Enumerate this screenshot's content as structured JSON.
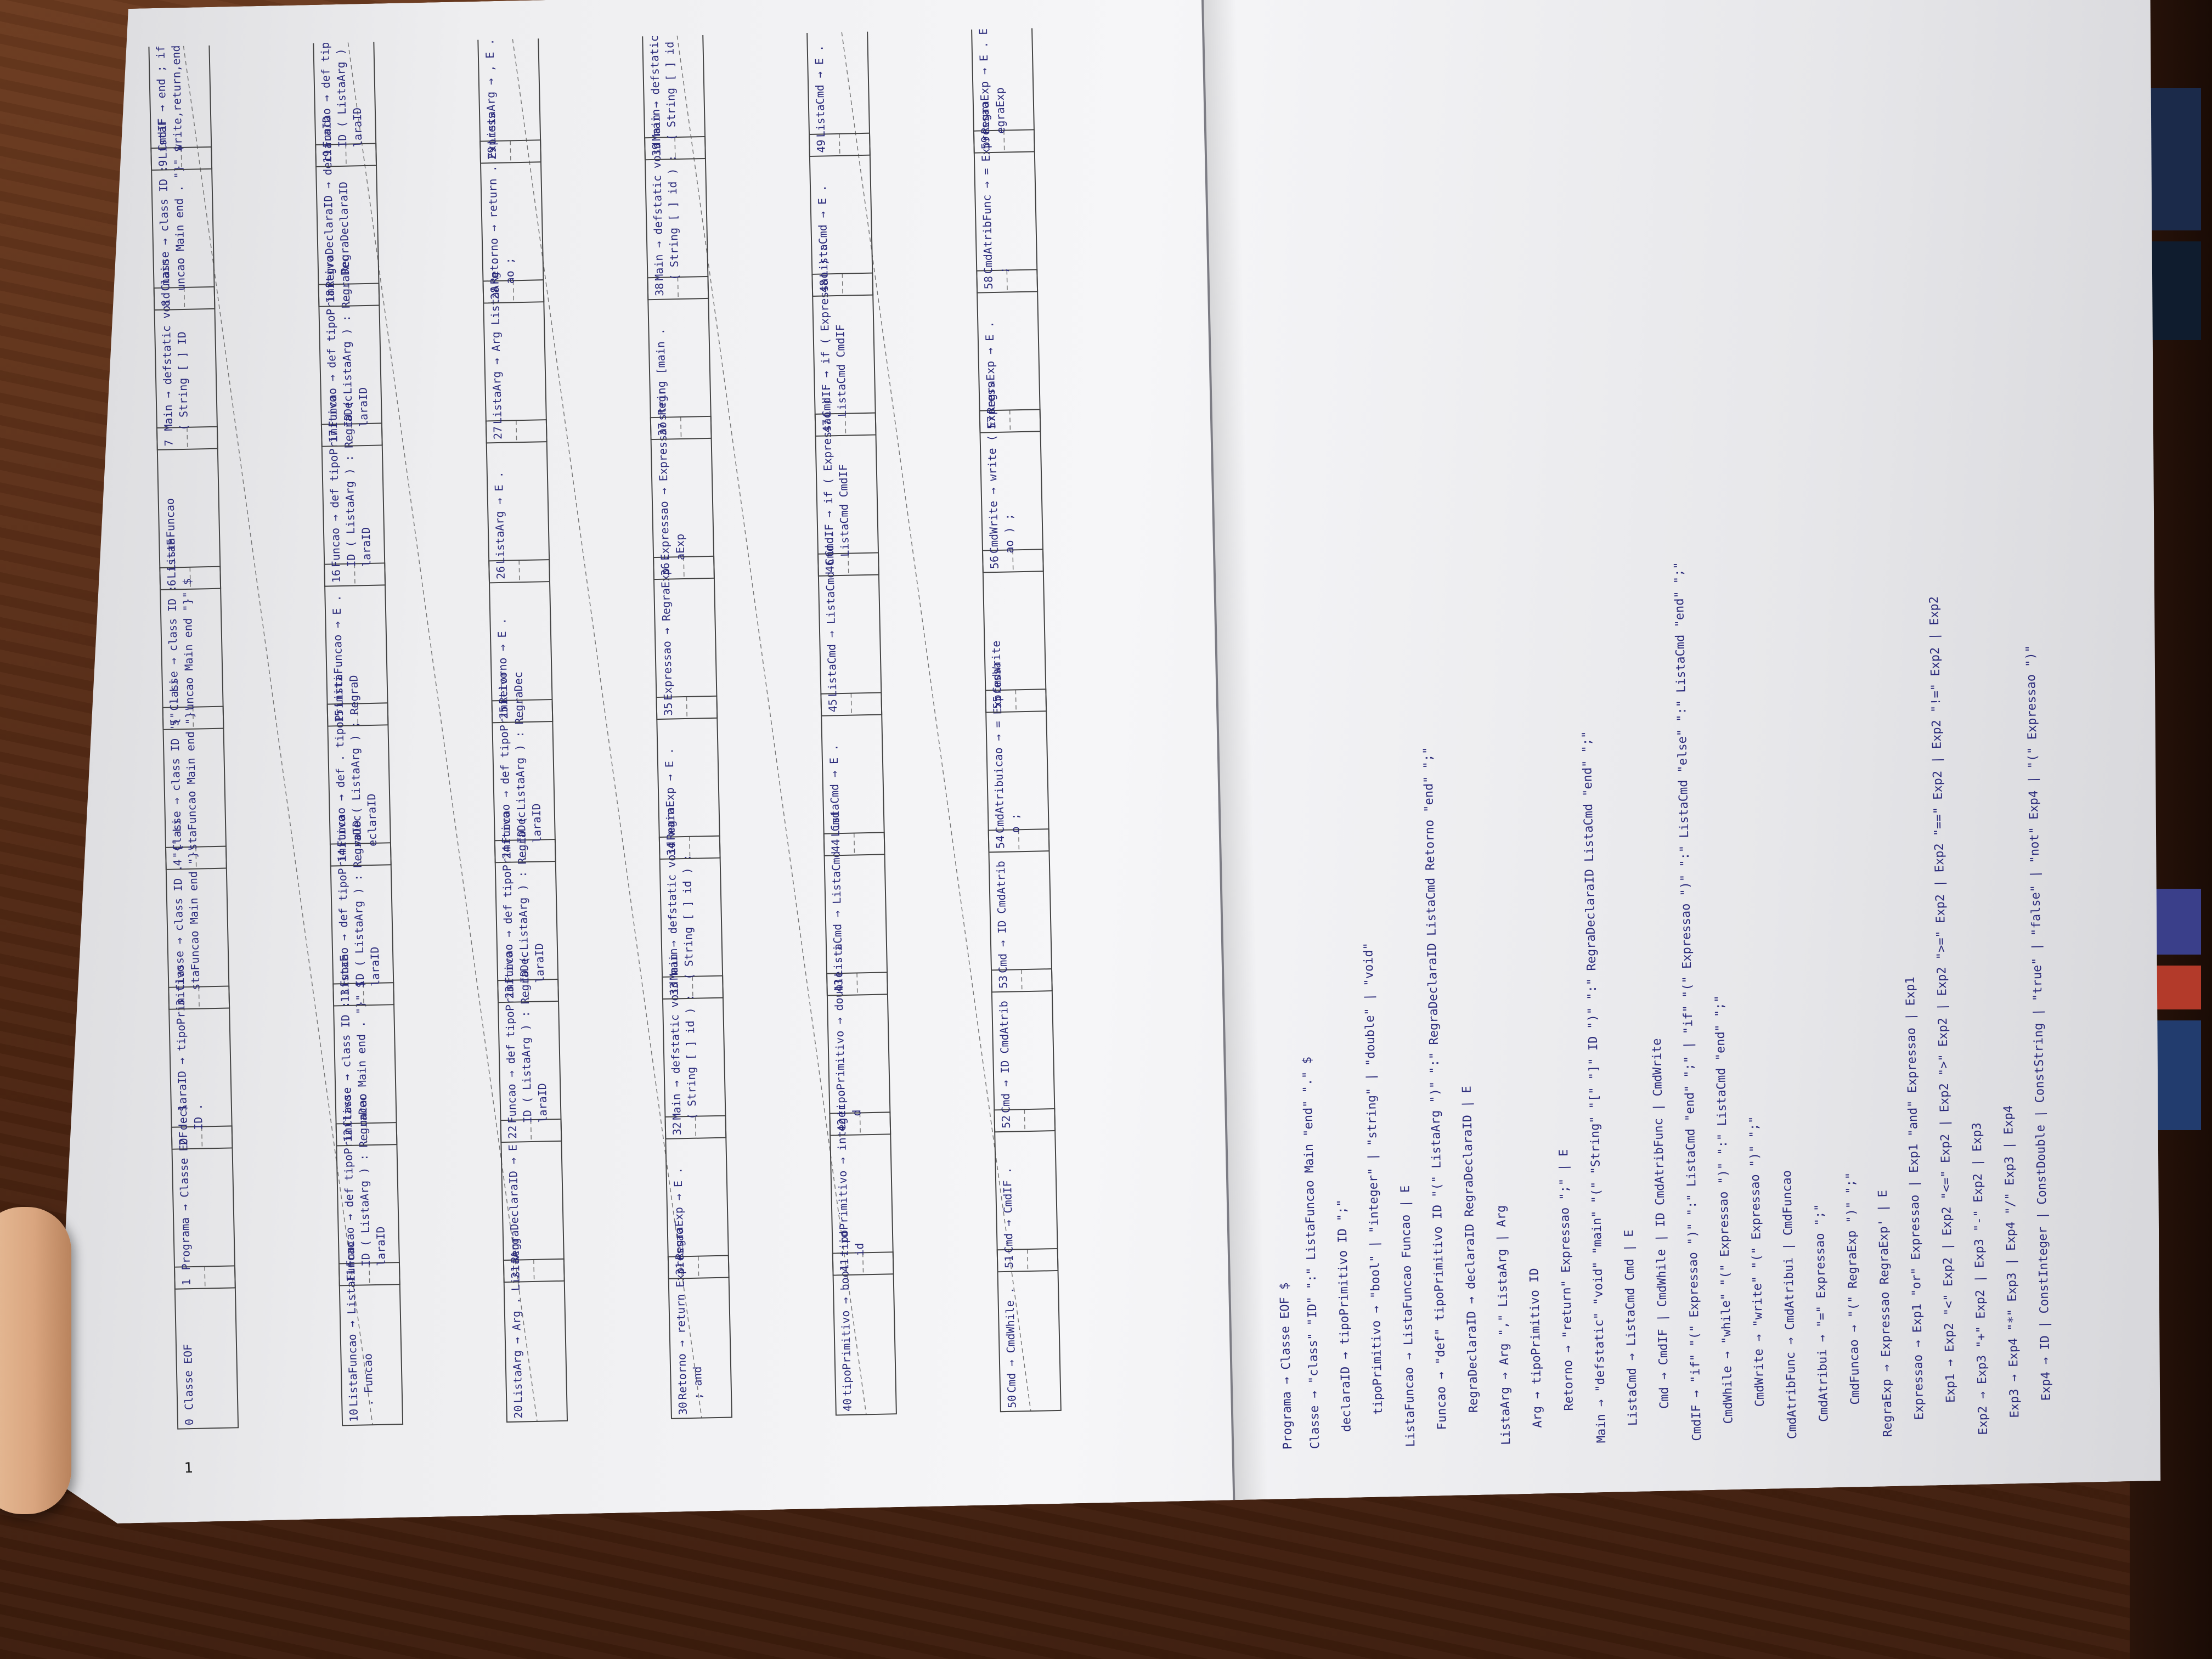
{
  "image": {
    "description_fields": {
      "paper_label_start": "Programa → Classe EOF",
      "right_column_heading": "Programa → Classe EOF $"
    }
  },
  "diagram": {
    "states": [
      {
        "id": "0",
        "text": "Classe EOF"
      },
      {
        "id": "1",
        "text": "Programa → Classe EOF . $"
      },
      {
        "id": "2",
        "text": "declaraID → tipoPrimitivo ID ."
      },
      {
        "id": "3",
        "text": "Classe → class ID . \"{\" ListaFuncao Main end \"}\""
      },
      {
        "id": "4",
        "text": "Classe → class ID \"{\" . ListaFuncao Main end \"}\""
      },
      {
        "id": "5",
        "text": "Classe → class ID : ListaFuncao Main end \"}\" $"
      },
      {
        "id": "6",
        "text": "ListaFuncao"
      },
      {
        "id": "7",
        "text": "Main → defstatic void main ( String [ ] ID"
      },
      {
        "id": "8",
        "text": "Classe → class ID : ListaFuncao Main end . \"}\" $"
      },
      {
        "id": "9",
        "text": "CmdIF → end ; if,while,id,write,return,end,else"
      },
      {
        "id": "10",
        "text": "ListaFuncao → ListaFuncao . Funcao"
      },
      {
        "id": "11",
        "text": "Funcao → def tipoPrimitivoID ( ListaArg ) : RegraDeclaraID"
      },
      {
        "id": "12",
        "text": "Classe → class ID : ListaFuncao Main end . \"}\" $"
      },
      {
        "id": "13",
        "text": "Funcao → def tipoPrimitivoID ( ListaArg ) : RegraDeclaraID"
      },
      {
        "id": "14",
        "text": "Funcao → def . tipoPrimitivoID ( ListaArg ) ; RegraDeclaraID"
      },
      {
        "id": "15",
        "text": "ListaFuncao → E ."
      },
      {
        "id": "16",
        "text": "Funcao → def tipoPrimitivoID ( ListaArg ) : RegraDeclaraID"
      },
      {
        "id": "17",
        "text": "Funcao → def tipoPrimitivoID ( ListaArg ) : RegraDeclaraID"
      },
      {
        "id": "18",
        "text": "RegraDeclaraID → declaraID . RegraDeclaraID"
      },
      {
        "id": "19",
        "text": "Funcao → def tipoPrimitivoID ( ListaArg ) : RegraDeclaraID"
      },
      {
        "id": "20",
        "text": "ListaArg → Arg . ListaArg"
      },
      {
        "id": "21",
        "text": "RegraDeclaraID → E ."
      },
      {
        "id": "22",
        "text": "Funcao → def tipoPrimitivoID ( ListaArg ) : RegraDeclaraID"
      },
      {
        "id": "23",
        "text": "Funcao → def tipoPrimitivoID ( ListaArg ) : RegraDeclaraID"
      },
      {
        "id": "24",
        "text": "Funcao → def tipoPrimitivoID ( ListaArg ) : RegraDeclaraID"
      },
      {
        "id": "25",
        "text": "Retorno → E ."
      },
      {
        "id": "26",
        "text": "ListaArg → E ."
      },
      {
        "id": "27",
        "text": "ListaArg → Arg ListaArg ."
      },
      {
        "id": "28",
        "text": "Retorno → return . Expressao ;"
      },
      {
        "id": "29",
        "text": "ListaArg → , E ."
      },
      {
        "id": "30",
        "text": "Retorno → return Expressao ; and"
      },
      {
        "id": "31",
        "text": "RegraExp → E ."
      },
      {
        "id": "32",
        "text": "Main → defstatic void main ( String [ ] id ) :"
      },
      {
        "id": "33",
        "text": "Main → defstatic void main ( String [ ] id ) :"
      },
      {
        "id": "34",
        "text": "RegraExp → E ."
      },
      {
        "id": "35",
        "text": "Expressao → RegraExp ."
      },
      {
        "id": "36",
        "text": "Expressao → Expressao RegraExp"
      },
      {
        "id": "37",
        "text": "string [main ."
      },
      {
        "id": "38",
        "text": "Main → defstatic void main ( String [ ] id ) :"
      },
      {
        "id": "39",
        "text": "Main → defstatic void main ( String [ ] id ) :"
      },
      {
        "id": "40",
        "text": "tipoPrimitivo → bool . id"
      },
      {
        "id": "41",
        "text": "tipoPrimitivo → integer . id"
      },
      {
        "id": "42",
        "text": "tipoPrimitivo → double . id"
      },
      {
        "id": "43",
        "text": "ListaCmd → ListaCmd . Cmd"
      },
      {
        "id": "44",
        "text": "ListaCmd → E ."
      },
      {
        "id": "45",
        "text": "ListaCmd → ListaCmd Cmd ."
      },
      {
        "id": "46",
        "text": "CmdIF → if ( Expressao ) : ListaCmd CmdIF"
      },
      {
        "id": "47",
        "text": "CmdIF → if ( Expressao ) : ListaCmd CmdIF"
      },
      {
        "id": "48",
        "text": "ListaCmd → E ."
      },
      {
        "id": "49",
        "text": "ListaCmd → E ."
      },
      {
        "id": "50",
        "text": "Cmd → CmdWhile ."
      },
      {
        "id": "51",
        "text": "Cmd → CmdIF ."
      },
      {
        "id": "52",
        "text": "Cmd → ID CmdAtrib"
      },
      {
        "id": "53",
        "text": "Cmd → ID CmdAtrib"
      },
      {
        "id": "54",
        "text": "CmdAtribuicao → = Expressao ;"
      },
      {
        "id": "55",
        "text": "CmdWrite"
      },
      {
        "id": "56",
        "text": "CmdWrite → write ( Expressao ) ;"
      },
      {
        "id": "57",
        "text": "RegraExp → E ."
      },
      {
        "id": "58",
        "text": "CmdAtribFunc → = Expressao ;"
      },
      {
        "id": "59",
        "text": "RegraExp → E . Expressao RegraExp"
      }
    ],
    "page_number": "1"
  },
  "grammar": {
    "title": "Programa → Classe EOF $",
    "rules": [
      "Classe → \"class\" \"ID\" \":\" ListaFuncao Main \"end\" \".\" $",
      "declaraID → tipoPrimitivo ID \";\"",
      "tipoPrimitivo → \"bool\" | \"integer\" | \"string\" | \"double\" | \"void\"",
      "ListaFuncao → ListaFuncao Funcao | E",
      "Funcao → \"def\" tipoPrimitivo ID \"(\" ListaArg \")\" \":\" RegraDeclaraID ListaCmd Retorno \"end\" \";\"",
      "RegraDeclaraID → declaraID RegraDeclaraID | E",
      "ListaArg → Arg \",\" ListaArg | Arg",
      "Arg → tipoPrimitivo ID",
      "Retorno → \"return\" Expressao \";\" | E",
      "Main → \"defstatic\" \"void\" \"main\" \"(\" \"String\" \"[\" \"]\" ID \")\" \":\" RegraDeclaraID ListaCmd \"end\" \";\"",
      "ListaCmd → ListaCmd Cmd | E",
      "Cmd → CmdIF | CmdWhile | ID CmdAtribFunc | CmdWrite",
      "CmdIF → \"if\" \"(\" Expressao \")\" \":\" ListaCmd \"end\" \";\" | \"if\" \"(\" Expressao \")\" \":\" ListaCmd \"else\" \":\" ListaCmd \"end\" \";\"",
      "CmdWhile → \"while\" \"(\" Expressao \")\" \":\" ListaCmd \"end\" \";\"",
      "CmdWrite → \"write\" \"(\" Expressao \")\" \";\"",
      "CmdAtribFunc → CmdAtribui | CmdFuncao",
      "CmdAtribui → \"=\" Expressao \";\"",
      "CmdFuncao → \"(\" RegraExp \")\" \";\"",
      "RegraExp → Expressao RegraExp' | E",
      "Expressao → Exp1 \"or\" Expressao | Exp1 \"and\" Expressao | Exp1",
      "Exp1 → Exp2 \"<\" Exp2 | Exp2 \"<=\" Exp2 | Exp2 \">\" Exp2 | Exp2 \">=\" Exp2 | Exp2 \"==\" Exp2 | Exp2 \"!=\" Exp2 | Exp2",
      "Exp2 → Exp3 \"+\" Exp2 | Exp3 \"-\" Exp2 | Exp3",
      "Exp3 → Exp4 \"*\" Exp3 | Exp4 \"/\" Exp3 | Exp4",
      "Exp4 → ID | ConstInteger | ConstDouble | ConstString | \"true\" | \"false\" | \"not\" Exp4 | \"(\" Expressao \")\""
    ]
  }
}
